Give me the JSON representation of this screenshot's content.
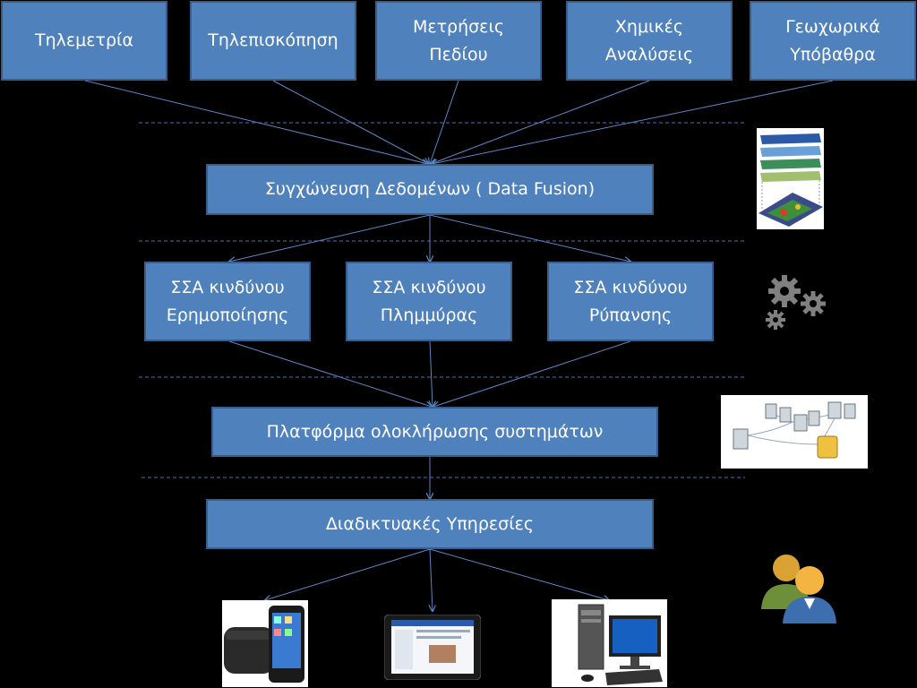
{
  "sources": [
    {
      "line1": "Τηλεμετρία",
      "line2": ""
    },
    {
      "line1": "Τηλεπισκόπηση",
      "line2": ""
    },
    {
      "line1": "Μετρήσεις",
      "line2": "Πεδίου"
    },
    {
      "line1": "Χημικές",
      "line2": "Αναλύσεις"
    },
    {
      "line1": "Γεωχωρικά",
      "line2": "Υπόβαθρα"
    }
  ],
  "fusion": {
    "label": "Συγχώνευση Δεδομένων ( Data Fusion)"
  },
  "dss": [
    {
      "line1": "ΣΣΑ κινδύνου",
      "line2": "Ερημοποίησης"
    },
    {
      "line1": "ΣΣΑ κινδύνου",
      "line2": "Πλημμύρας"
    },
    {
      "line1": "ΣΣΑ κινδύνου",
      "line2": "Ρύπανσης"
    }
  ],
  "platform": {
    "label": "Πλατφόρμα ολοκλήρωσης συστημάτων"
  },
  "services": {
    "label": "Διαδικτυακές Υπηρεσίες"
  },
  "icons": [
    "layers-map-icon",
    "gears-icon",
    "network-servers-icon",
    "users-icon",
    "smartphone-icon",
    "tablet-icon",
    "desktop-computer-icon"
  ],
  "colors": {
    "box_fill": "#4f81bd",
    "box_border": "#385d8a",
    "line": "#5b86c5",
    "background": "#000000"
  }
}
